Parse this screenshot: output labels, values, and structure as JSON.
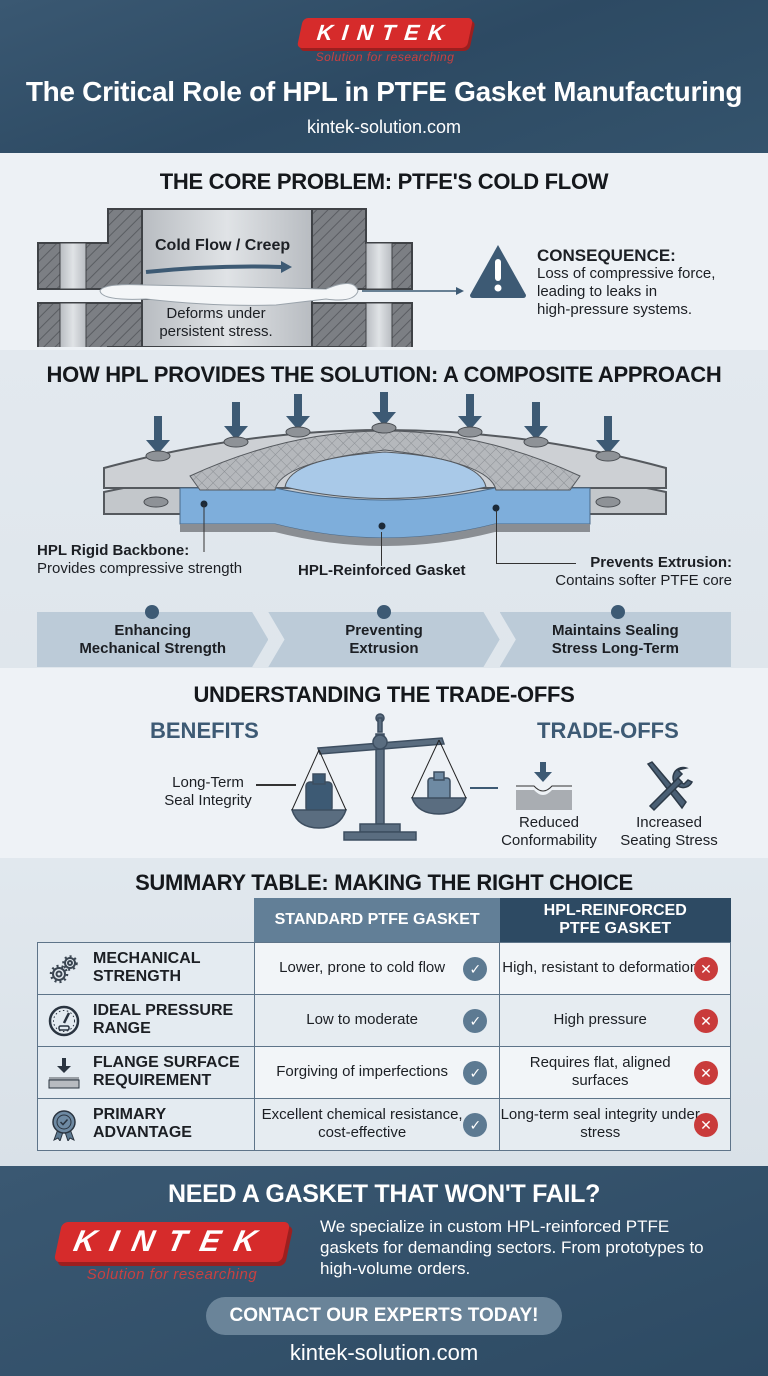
{
  "header": {
    "logo_text": "KINTEK",
    "logo_tagline": "Solution for researching",
    "title": "The Critical Role of HPL in PTFE Gasket Manufacturing",
    "url": "kintek-solution.com"
  },
  "core_problem": {
    "title": "THE CORE PROBLEM: PTFE'S COLD FLOW",
    "diagram_label_top": "Cold Flow / Creep",
    "diagram_label_bottom_1": "Deforms under",
    "diagram_label_bottom_2": "persistent stress.",
    "consequence_heading": "CONSEQUENCE:",
    "consequence_lines": [
      "Loss of compressive force,",
      "leading to leaks in",
      "high-pressure systems."
    ]
  },
  "solution": {
    "title": "HOW HPL PROVIDES THE SOLUTION: A COMPOSITE APPROACH",
    "callouts": {
      "backbone_title": "HPL Rigid Backbone:",
      "backbone_desc": "Provides compressive strength",
      "gasket_title": "HPL-Reinforced Gasket",
      "extrusion_title": "Prevents Extrusion:",
      "extrusion_desc": "Contains softer PTFE core"
    },
    "steps": [
      {
        "line1": "Enhancing",
        "line2": "Mechanical Strength"
      },
      {
        "line1": "Preventing",
        "line2": "Extrusion"
      },
      {
        "line1": "Maintains Sealing",
        "line2": "Stress Long-Term"
      }
    ]
  },
  "tradeoffs": {
    "title": "UNDERSTANDING THE TRADE-OFFS",
    "benefits_heading": "BENEFITS",
    "tradeoffs_heading": "TRADE-OFFS",
    "benefit_line1": "Long-Term",
    "benefit_line2": "Seal Integrity",
    "items": [
      {
        "line1": "Reduced",
        "line2": "Conformability"
      },
      {
        "line1": "Increased",
        "line2": "Seating Stress"
      }
    ]
  },
  "summary": {
    "title": "SUMMARY TABLE: MAKING THE RIGHT CHOICE",
    "col_standard": "STANDARD PTFE GASKET",
    "col_hpl_1": "HPL-REINFORCED",
    "col_hpl_2": "PTFE GASKET",
    "rows": [
      {
        "icon": "gears-icon",
        "label1": "MECHANICAL",
        "label2": "STRENGTH",
        "standard": "Lower, prone to cold flow",
        "hpl": "High, resistant to deformation"
      },
      {
        "icon": "gauge-icon",
        "label1": "IDEAL PRESSURE",
        "label2": "RANGE",
        "standard": "Low to moderate",
        "hpl": "High pressure"
      },
      {
        "icon": "flange-surface-icon",
        "label1": "FLANGE SURFACE",
        "label2": "REQUIREMENT",
        "standard": "Forgiving of imperfections",
        "hpl": "Requires flat, aligned surfaces"
      },
      {
        "icon": "award-ribbon-icon",
        "label1": "PRIMARY",
        "label2": "ADVANTAGE",
        "standard": "Excellent chemical resistance, cost-effective",
        "hpl": "Long-term seal integrity under stress"
      }
    ],
    "check_symbol": "✓",
    "cross_symbol": "✕"
  },
  "footer": {
    "heading": "NEED A GASKET THAT WON'T FAIL?",
    "logo_text": "KINTEK",
    "logo_tagline": "Solution for researching",
    "description": "We specialize in custom HPL-reinforced PTFE gaskets for demanding sectors. From prototypes to high-volume orders.",
    "cta_label": "CONTACT OUR EXPERTS TODAY!",
    "url": "kintek-solution.com"
  },
  "colors": {
    "navy": "#2d4a63",
    "brand_red": "#d62b2b",
    "steel": "#5d7a92",
    "cross_red": "#c93b3b"
  }
}
